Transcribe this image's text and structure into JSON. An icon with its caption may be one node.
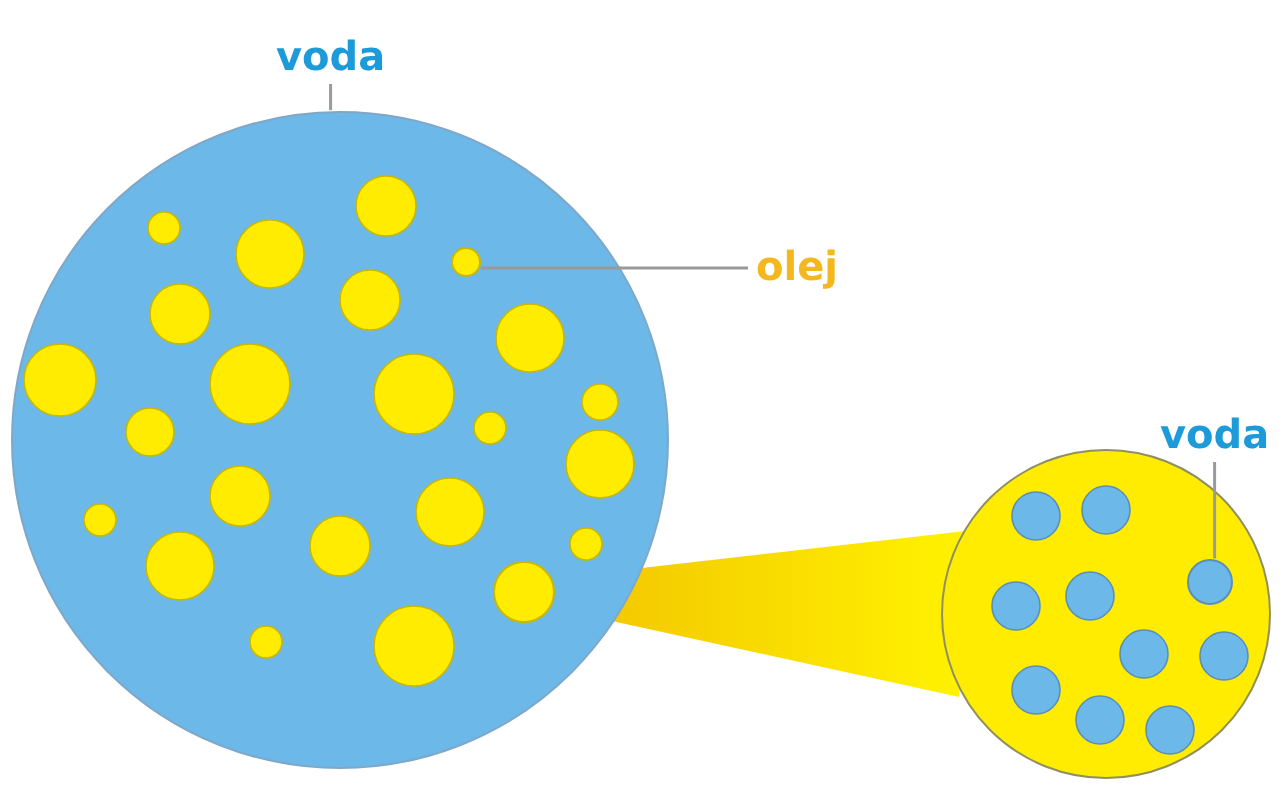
{
  "diagram": {
    "nodes": [
      {
        "text": [
          "voda"
        ]
      },
      {
        "text": [],
        "shape": "circle"
      },
      {
        "text": [],
        "shape": "circle",
        "in": 1
      },
      {
        "text": [
          "olej"
        ]
      },
      {
        "text": [
          "voda"
        ]
      },
      {
        "text": [],
        "shape": "circle"
      },
      {
        "text": [],
        "shape": "circle",
        "in": 5
      },
      {
        "text": [],
        "shape": "circle",
        "in": 1
      }
    ],
    "edges": [
      {
        "from": 0,
        "to": 1,
        "arrow": "none"
      },
      {
        "from": 3,
        "to": 2,
        "arrow": "none"
      },
      {
        "from": 4,
        "to": 6,
        "arrow": "none"
      },
      {
        "from": 7,
        "to": 5,
        "arrow": "none",
        "color": "#f2c200"
      }
    ]
  }
}
